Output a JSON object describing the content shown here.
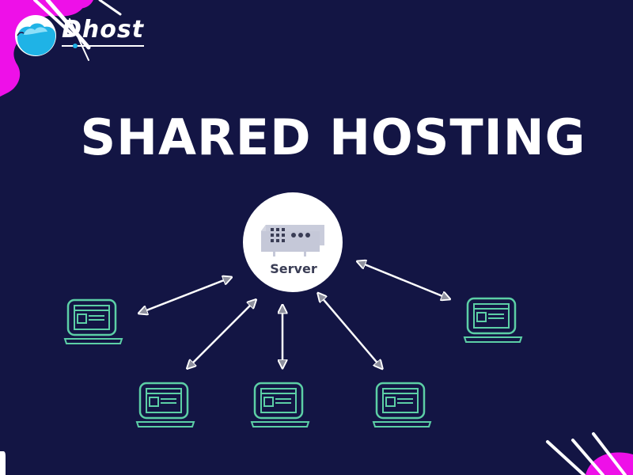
{
  "brand": {
    "name": "Dhost",
    "logo_icon": "cloud-logo-icon",
    "colors": {
      "magenta": "#ee10e8",
      "cloud_blue": "#1fb3e6",
      "cloud_light": "#7fd8f5"
    }
  },
  "header": {
    "title": "SHARED HOSTING"
  },
  "diagram": {
    "server": {
      "label": "Server",
      "icon": "server-rack-icon",
      "circle_color": "#ffffff"
    },
    "clients": [
      {
        "id": "client-1",
        "icon": "laptop-icon"
      },
      {
        "id": "client-2",
        "icon": "laptop-icon"
      },
      {
        "id": "client-3",
        "icon": "laptop-icon"
      },
      {
        "id": "client-4",
        "icon": "laptop-icon"
      },
      {
        "id": "client-5",
        "icon": "laptop-icon"
      }
    ],
    "connection_icon": "bidirectional-arrow-icon",
    "laptop_color": "#5ccfa6",
    "arrow_color": "#ffffff",
    "arrowhead_fill": "#8e909e"
  },
  "theme": {
    "background": "#131544",
    "text": "#ffffff"
  }
}
